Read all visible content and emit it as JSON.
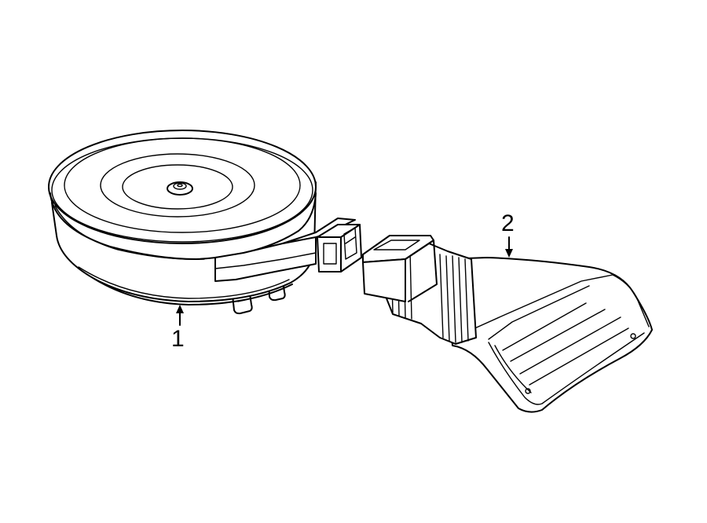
{
  "callouts": [
    {
      "number": "1"
    },
    {
      "number": "2"
    }
  ],
  "parts": [
    {
      "name": "air-cleaner-assembly",
      "callout": "1"
    },
    {
      "name": "air-inlet-duct",
      "callout": "2"
    }
  ]
}
